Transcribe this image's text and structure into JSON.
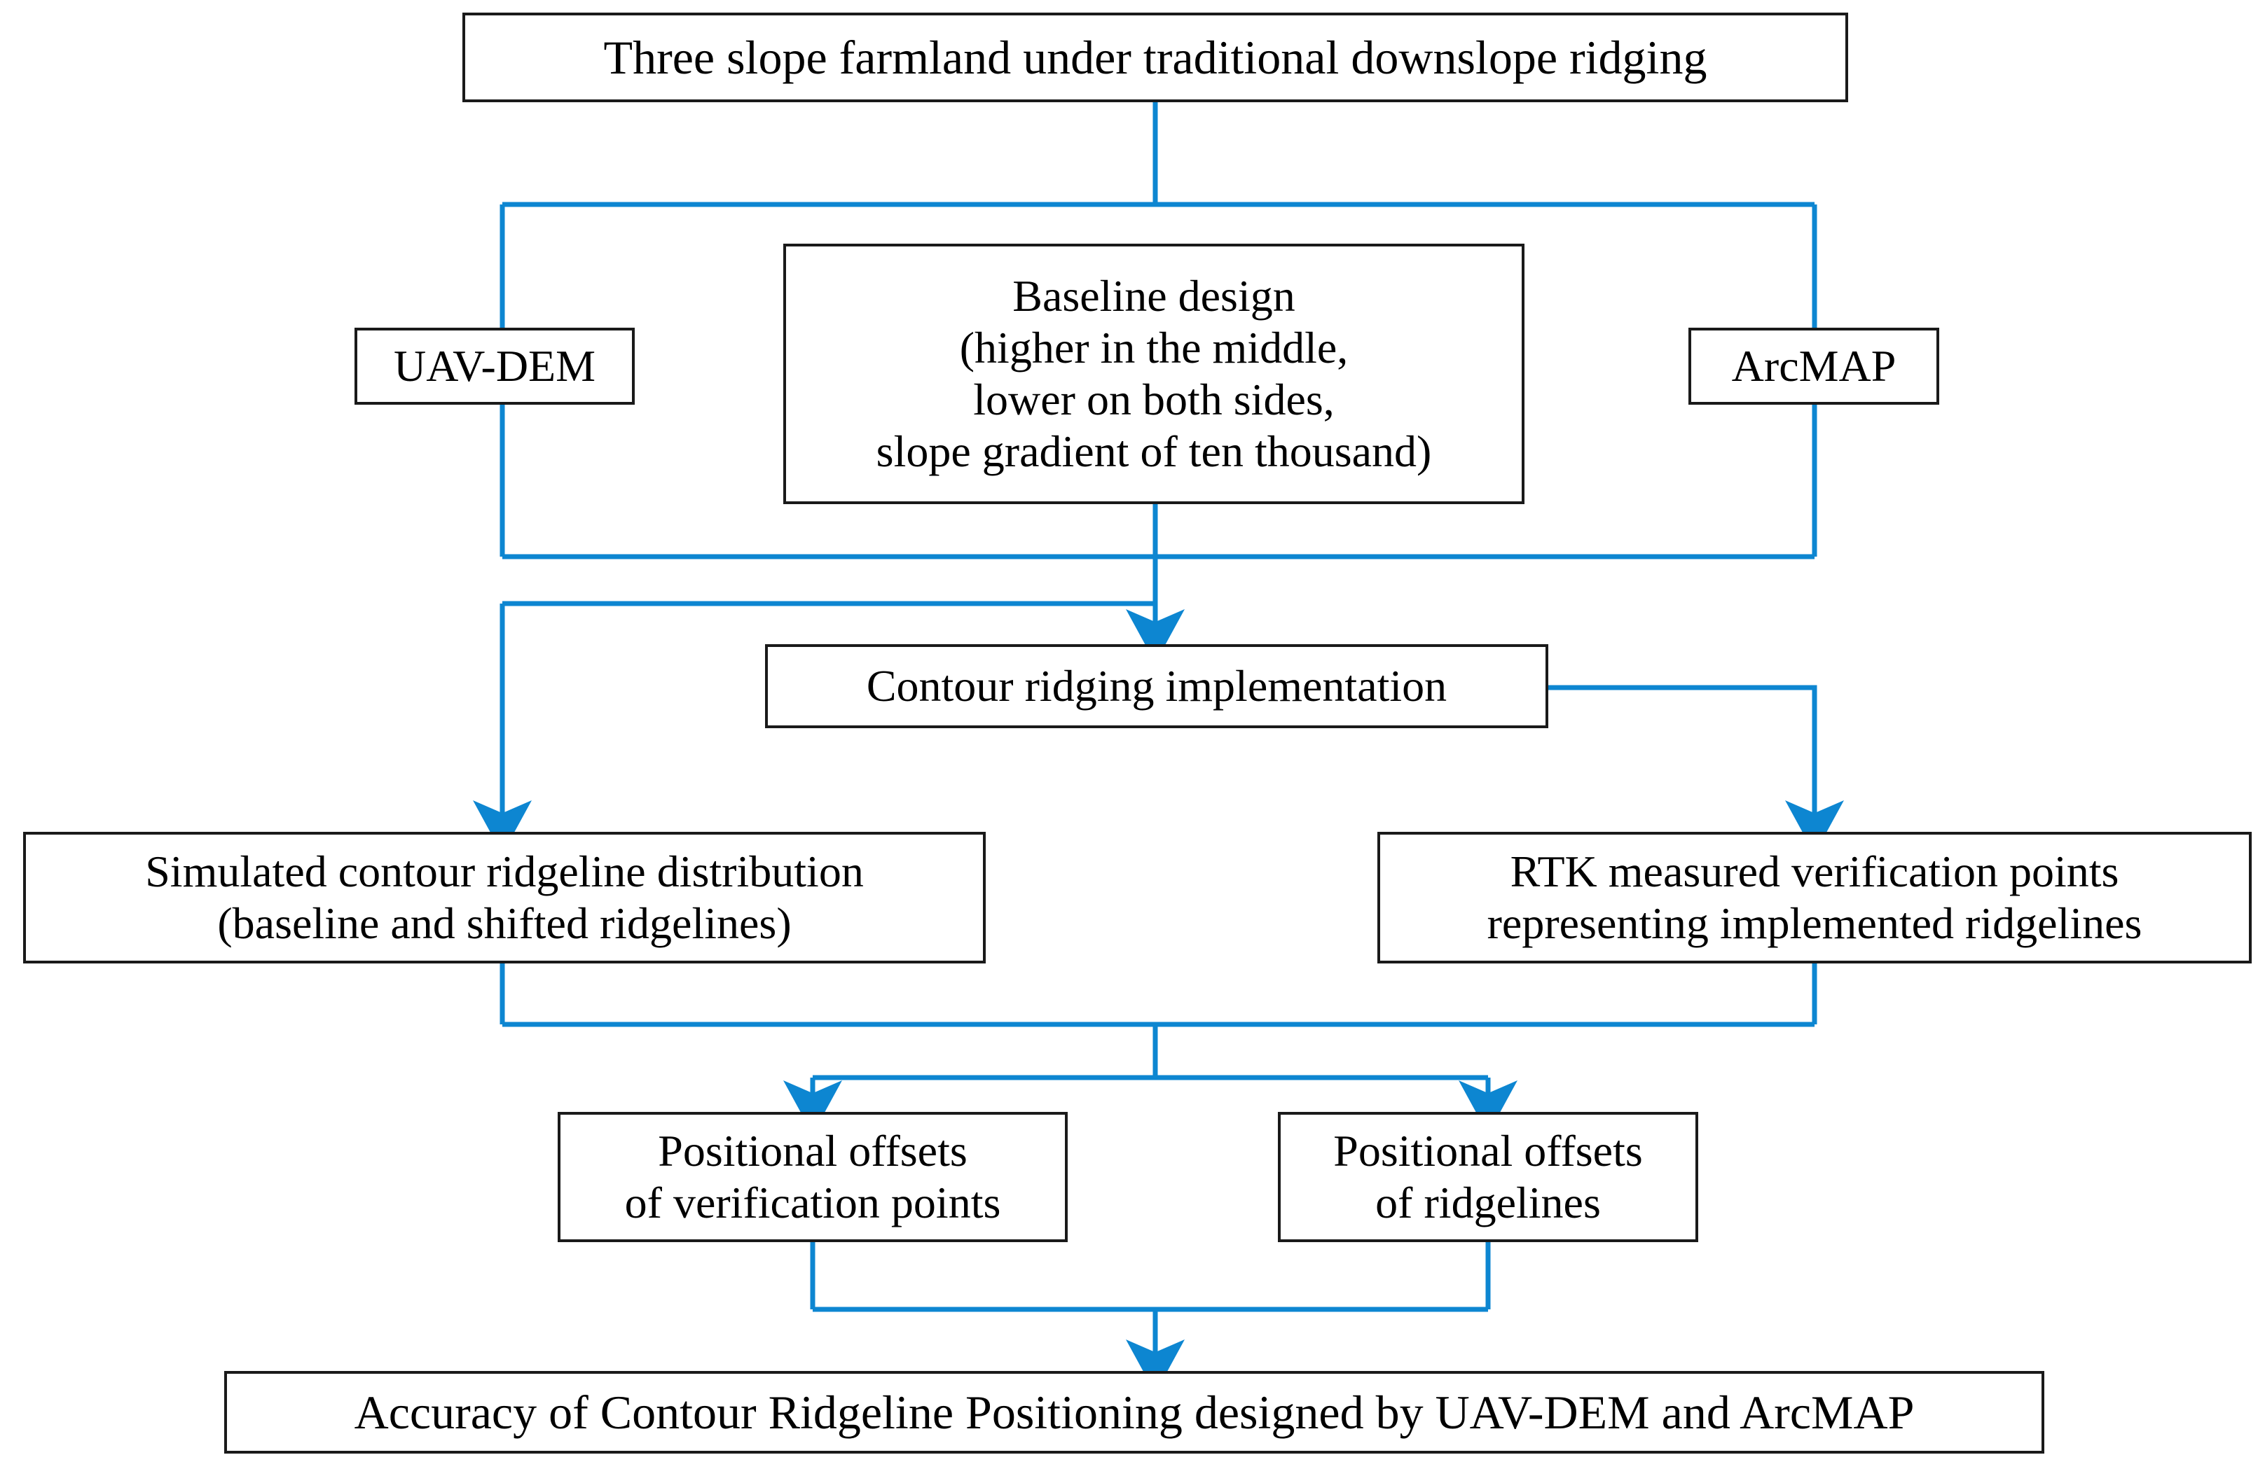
{
  "diagram": {
    "title": "Accuracy of Contour Ridgeline Positioning workflow",
    "type": "flowchart",
    "colors": {
      "connector": "#0d86d1",
      "box_border": "#1a1a1a",
      "background": "#ffffff",
      "text": "#000000"
    },
    "nodes": [
      {
        "id": "top",
        "label": "Three slope farmland under traditional downslope ridging"
      },
      {
        "id": "uav_dem",
        "label": "UAV-DEM"
      },
      {
        "id": "baseline",
        "label": "Baseline design\n(higher in the middle,\nlower on both sides,\nslope gradient of ten thousand)"
      },
      {
        "id": "arcmap",
        "label": "ArcMAP"
      },
      {
        "id": "contour",
        "label": "Contour ridging implementation"
      },
      {
        "id": "simulated",
        "label": "Simulated contour ridgeline distribution\n(baseline and shifted ridgelines)"
      },
      {
        "id": "rtk",
        "label": "RTK measured verification points\nrepresenting implemented ridgelines"
      },
      {
        "id": "offsets_points",
        "label": "Positional offsets\nof verification points"
      },
      {
        "id": "offsets_ridgelines",
        "label": "Positional offsets\nof ridgelines"
      },
      {
        "id": "accuracy",
        "label": "Accuracy of Contour Ridgeline Positioning designed by UAV-DEM and ArcMAP"
      }
    ],
    "edges": [
      {
        "from": "top",
        "to": "uav_dem",
        "arrow": false
      },
      {
        "from": "top",
        "to": "baseline",
        "arrow": false
      },
      {
        "from": "top",
        "to": "arcmap",
        "arrow": false
      },
      {
        "from": "baseline",
        "to": "contour",
        "arrow": true
      },
      {
        "from": "uav_dem",
        "to": "simulated",
        "arrow": true
      },
      {
        "from": "contour",
        "to": "rtk",
        "arrow": true
      },
      {
        "from": "simulated",
        "to": "offsets_points",
        "arrow": true
      },
      {
        "from": "rtk",
        "to": "offsets_ridgelines",
        "arrow": true
      },
      {
        "from": "offsets_points",
        "to": "accuracy",
        "arrow": true
      },
      {
        "from": "offsets_ridgelines",
        "to": "accuracy",
        "arrow": true
      }
    ]
  }
}
